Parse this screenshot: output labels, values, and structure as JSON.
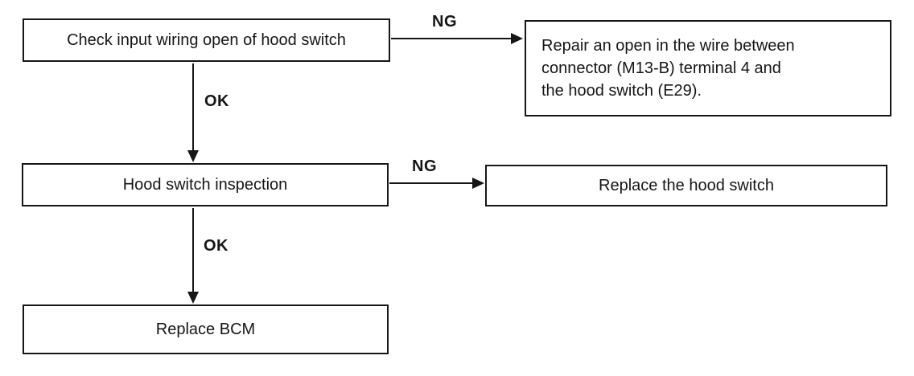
{
  "flowchart": {
    "nodes": {
      "check_wiring": {
        "label": "Check input wiring open of hood switch"
      },
      "repair_open": {
        "lines": [
          "Repair an open in the wire between",
          "connector (M13-B) terminal 4 and",
          "the hood switch (E29)."
        ]
      },
      "hood_inspection": {
        "label": "Hood switch inspection"
      },
      "replace_switch": {
        "label": "Replace the hood switch"
      },
      "replace_bcm": {
        "label": "Replace BCM"
      }
    },
    "edge_labels": {
      "ng_check_to_repair": "NG",
      "ok_check_to_inspection": "OK",
      "ng_inspection_to_switch": "NG",
      "ok_inspection_to_bcm": "OK"
    },
    "colors": {
      "line": "#161616",
      "background": "#ffffff",
      "text": "#161616"
    }
  }
}
